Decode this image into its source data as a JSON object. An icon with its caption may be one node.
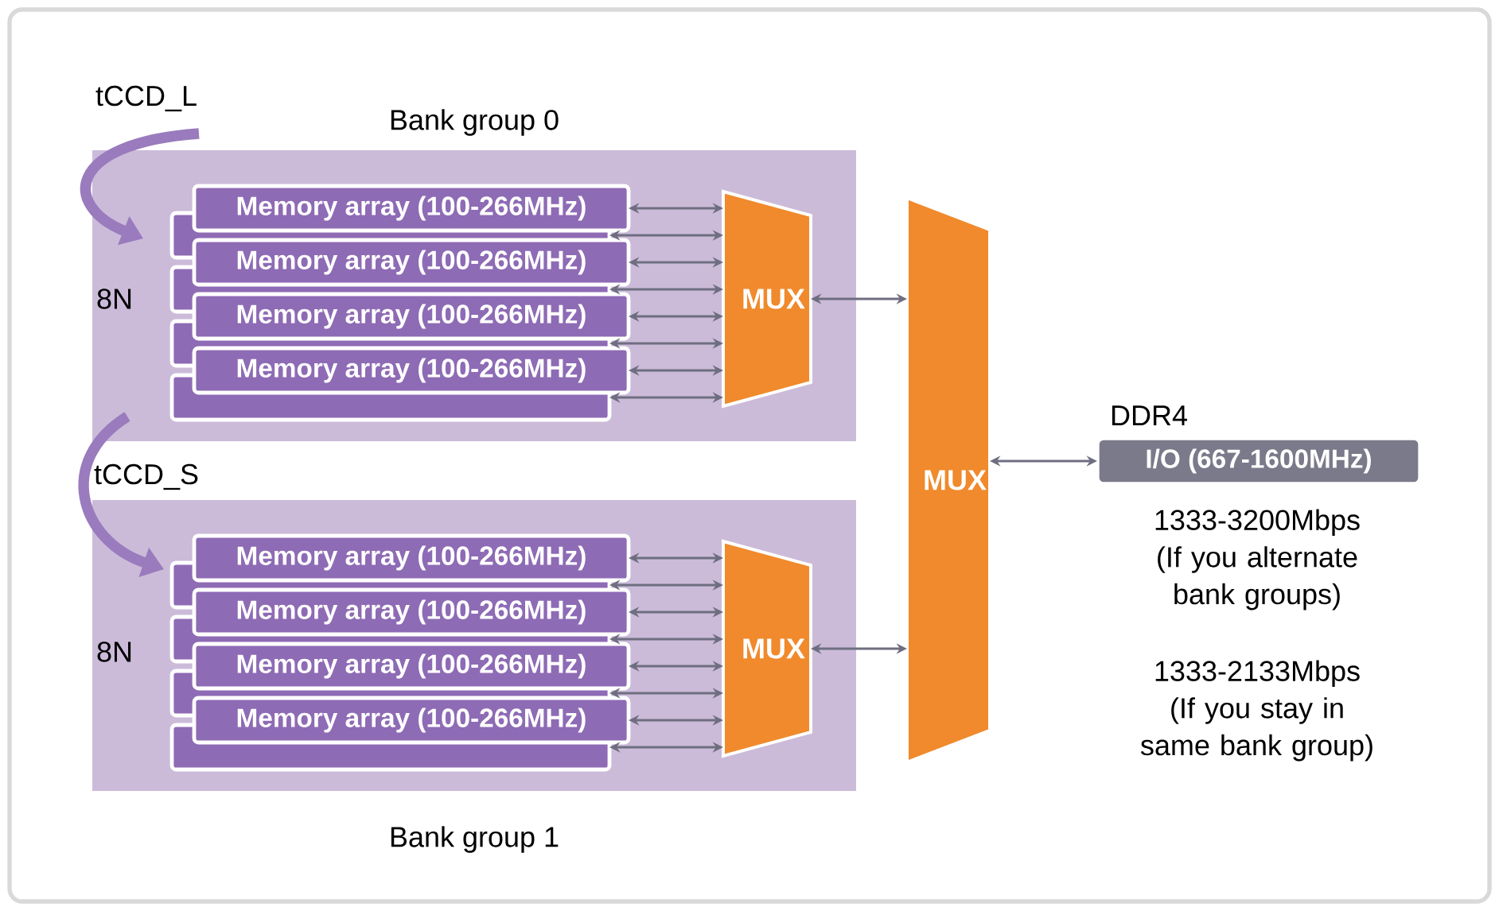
{
  "diagram": {
    "nodes": [
      {
        "text": [
          "Bank group 0"
        ]
      },
      {
        "text": [
          "Memory array (100-266MHz)"
        ],
        "in": 0
      },
      {
        "text": [
          "Memory array (100-266MHz)"
        ],
        "in": 0
      },
      {
        "text": [
          "Memory array (100-266MHz)"
        ],
        "in": 0
      },
      {
        "text": [
          "Memory array (100-266MHz)"
        ],
        "in": 0
      },
      {
        "text": [],
        "shape": "box",
        "in": 0
      },
      {
        "text": [],
        "shape": "box",
        "in": 0
      },
      {
        "text": [],
        "shape": "box",
        "in": 0
      },
      {
        "text": [],
        "shape": "box",
        "in": 0
      },
      {
        "text": [
          "MUX"
        ],
        "in": 0
      },
      {
        "text": [
          "Bank group 1"
        ]
      },
      {
        "text": [
          "Memory array (100-266MHz)"
        ],
        "in": 10
      },
      {
        "text": [
          "Memory array (100-266MHz)"
        ],
        "in": 10
      },
      {
        "text": [
          "Memory array (100-266MHz)"
        ],
        "in": 10
      },
      {
        "text": [
          "Memory array (100-266MHz)"
        ],
        "in": 10
      },
      {
        "text": [],
        "shape": "box",
        "in": 10
      },
      {
        "text": [],
        "shape": "box",
        "in": 10
      },
      {
        "text": [],
        "shape": "box",
        "in": 10
      },
      {
        "text": [],
        "shape": "box",
        "in": 10
      },
      {
        "text": [
          "MUX"
        ],
        "in": 10
      },
      {
        "text": [
          "MUX"
        ]
      },
      {
        "text": [
          "I/O (667-1600MHz)"
        ],
        "beside": [
          "DDR4"
        ]
      }
    ],
    "edges": [
      {
        "from": 1,
        "to": 9,
        "arrow": "both"
      },
      {
        "from": 5,
        "to": 9,
        "arrow": "both"
      },
      {
        "from": 2,
        "to": 9,
        "arrow": "both"
      },
      {
        "from": 6,
        "to": 9,
        "arrow": "both"
      },
      {
        "from": 3,
        "to": 9,
        "arrow": "both"
      },
      {
        "from": 7,
        "to": 9,
        "arrow": "both"
      },
      {
        "from": 4,
        "to": 9,
        "arrow": "both"
      },
      {
        "from": 8,
        "to": 9,
        "arrow": "both"
      },
      {
        "from": 11,
        "to": 19,
        "arrow": "both"
      },
      {
        "from": 15,
        "to": 19,
        "arrow": "both"
      },
      {
        "from": 12,
        "to": 19,
        "arrow": "both"
      },
      {
        "from": 16,
        "to": 19,
        "arrow": "both"
      },
      {
        "from": 13,
        "to": 19,
        "arrow": "both"
      },
      {
        "from": 17,
        "to": 19,
        "arrow": "both"
      },
      {
        "from": 14,
        "to": 19,
        "arrow": "both"
      },
      {
        "from": 18,
        "to": 19,
        "arrow": "both"
      },
      {
        "from": 9,
        "to": 20,
        "arrow": "both"
      },
      {
        "from": 19,
        "to": 20,
        "arrow": "both"
      },
      {
        "from": 20,
        "to": 21,
        "arrow": "both"
      }
    ],
    "labels": [
      "tCCD_L",
      "8N",
      "tCCD_S",
      "8N",
      "1333-3200Mbps (If you alternate bank groups)",
      "1333-2133Mbps (If you stay in same bank group)"
    ]
  }
}
